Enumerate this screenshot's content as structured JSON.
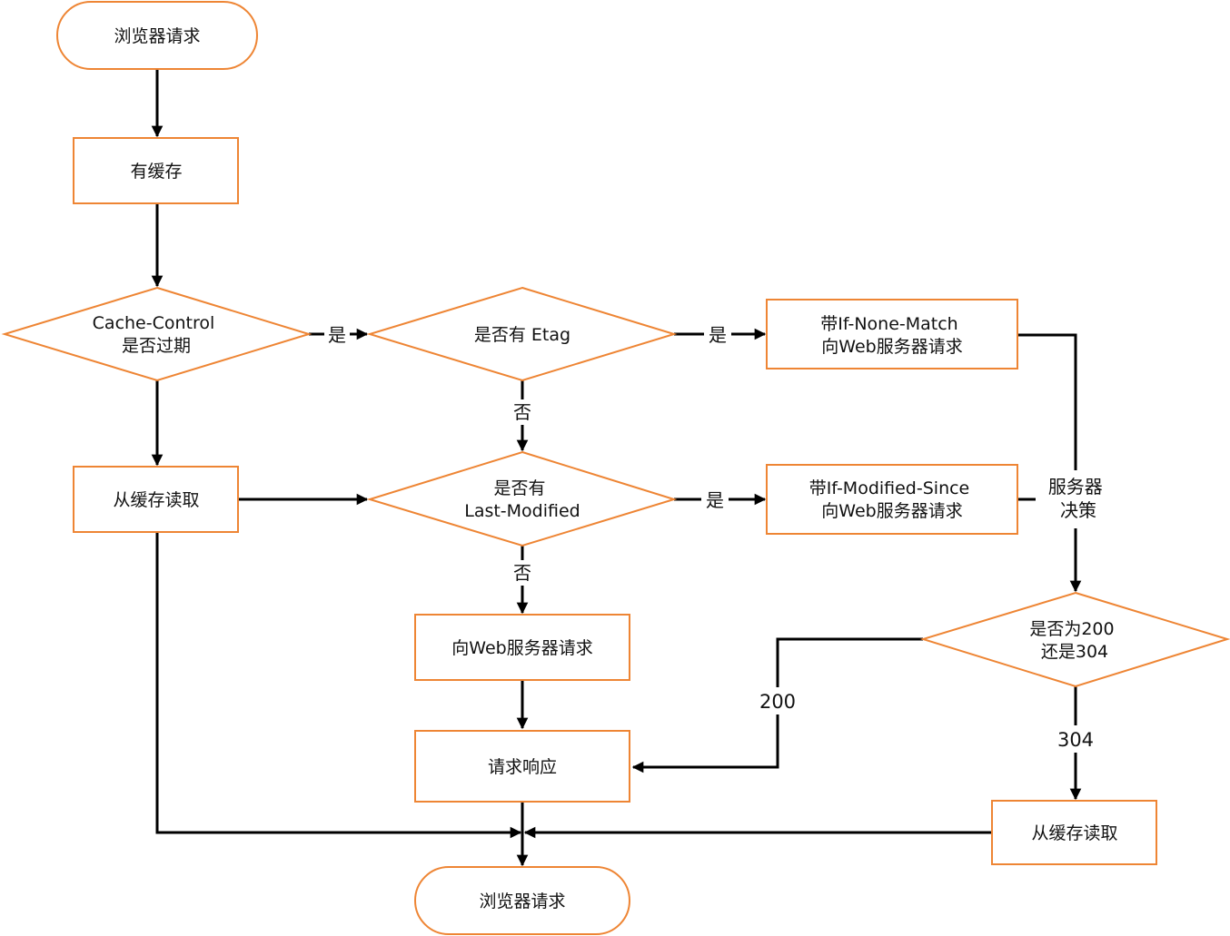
{
  "diagram": {
    "nodes": {
      "start": "浏览器请求",
      "has_cache": "有缓存",
      "cache_expired": [
        "Cache-Control",
        "是否过期"
      ],
      "has_etag": "是否有 Etag",
      "if_none_match": [
        "带If-None-Match",
        "向Web服务器请求"
      ],
      "read_cache_1": "从缓存读取",
      "has_last_modified": [
        "是否有",
        "Last-Modified"
      ],
      "if_modified_since": [
        "带If-Modified-Since",
        "向Web服务器请求"
      ],
      "server_decision": [
        "服务器",
        "决策"
      ],
      "request_server": "向Web服务器请求",
      "status_check": [
        "是否为200",
        "还是304"
      ],
      "response": "请求响应",
      "read_cache_2": "从缓存读取",
      "end": "浏览器请求"
    },
    "edge_labels": {
      "expired_yes": "是",
      "etag_yes": "是",
      "etag_no": "否",
      "lastmod_yes": "是",
      "lastmod_no": "否",
      "status_200": "200",
      "status_304": "304"
    },
    "colors": {
      "node_stroke": "#ee8534",
      "edge": "#000000",
      "text": "#111111",
      "background": "#ffffff"
    }
  }
}
